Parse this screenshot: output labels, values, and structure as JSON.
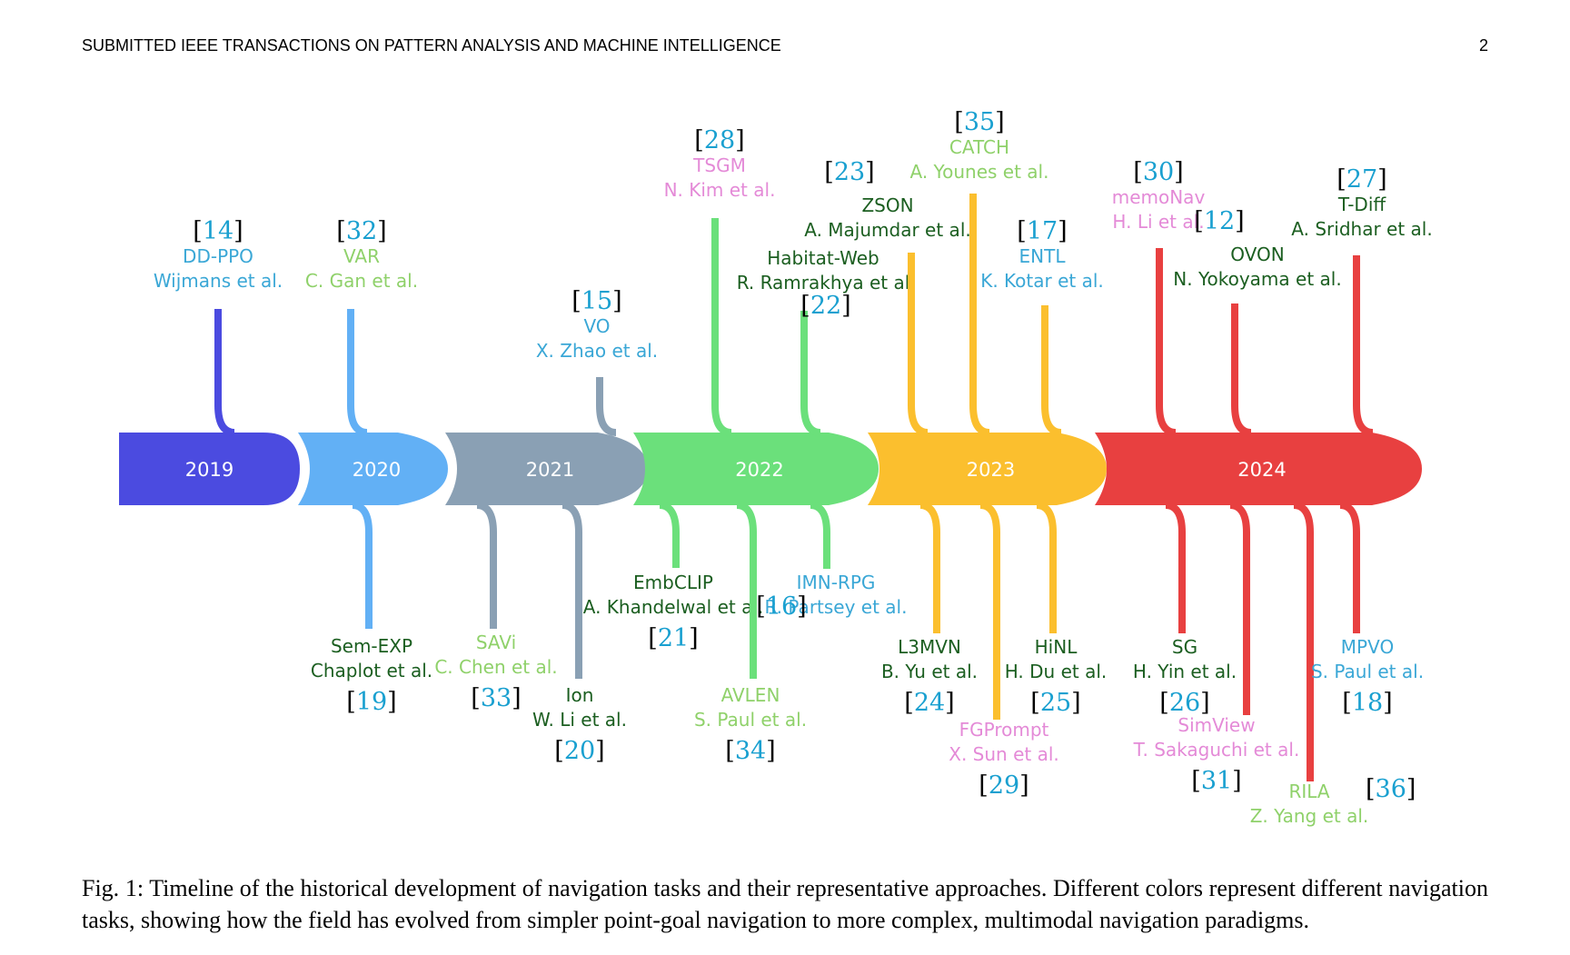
{
  "header": {
    "title": "SUBMITTED IEEE TRANSACTIONS ON PATTERN ANALYSIS AND MACHINE INTELLIGENCE",
    "page_number": "2"
  },
  "colors": {
    "2019": "#4b4be0",
    "2020": "#62b0f5",
    "2021": "#8aa0b4",
    "2022": "#6be07b",
    "2023": "#fbbf2e",
    "2024": "#e84040",
    "ref": "#1aa0d0",
    "dark_green": "#1b5e20",
    "light_green": "#8fd16a",
    "blue": "#3aa7d6",
    "pink": "#e48ad7"
  },
  "years": [
    {
      "label": "2019",
      "color": "#4b4be0"
    },
    {
      "label": "2020",
      "color": "#62b0f5"
    },
    {
      "label": "2021",
      "color": "#8aa0b4"
    },
    {
      "label": "2022",
      "color": "#6be07b"
    },
    {
      "label": "2023",
      "color": "#fbbf2e"
    },
    {
      "label": "2024",
      "color": "#e84040"
    }
  ],
  "entries": [
    {
      "ref": "14",
      "method": "DD-PPO",
      "authors": "Wijmans et al.",
      "text_color": "blue"
    },
    {
      "ref": "32",
      "method": "VAR",
      "authors": "C. Gan et al.",
      "text_color": "light_green"
    },
    {
      "ref": "15",
      "method": "VO",
      "authors": "X. Zhao et al.",
      "text_color": "blue"
    },
    {
      "ref": "28",
      "method": "TSGM",
      "authors": "N. Kim et al.",
      "text_color": "pink"
    },
    {
      "ref": "22",
      "method": "Habitat-Web",
      "authors": "R. Ramrakhya et al",
      "text_color": "dark_green"
    },
    {
      "ref": "23",
      "method": "ZSON",
      "authors": "A. Majumdar et al.",
      "text_color": "dark_green"
    },
    {
      "ref": "35",
      "method": "CATCH",
      "authors": "A. Younes et al.",
      "text_color": "light_green"
    },
    {
      "ref": "17",
      "method": "ENTL",
      "authors": "K. Kotar et al.",
      "text_color": "blue"
    },
    {
      "ref": "30",
      "method": "memoNav",
      "authors": "H. Li et al.",
      "text_color": "pink"
    },
    {
      "ref": "12",
      "method": "OVON",
      "authors": "N. Yokoyama et al.",
      "text_color": "dark_green"
    },
    {
      "ref": "27",
      "method": "T-Diff",
      "authors": "A. Sridhar et al.",
      "text_color": "dark_green"
    },
    {
      "ref": "19",
      "method": "Sem-EXP",
      "authors": "Chaplot et al.",
      "text_color": "dark_green"
    },
    {
      "ref": "33",
      "method": "SAVi",
      "authors": "C. Chen et al.",
      "text_color": "light_green"
    },
    {
      "ref": "20",
      "method": "Ion",
      "authors": "W. Li et al.",
      "text_color": "dark_green"
    },
    {
      "ref": "21",
      "method": "EmbCLIP",
      "authors": "A. Khandelwal et al.",
      "text_color": "dark_green"
    },
    {
      "ref": "34",
      "method": "AVLEN",
      "authors": "S. Paul et al.",
      "text_color": "light_green"
    },
    {
      "ref": "16",
      "method": "IMN-RPG",
      "authors": "R. Partsey et al.",
      "text_color": "blue"
    },
    {
      "ref": "24",
      "method": "L3MVN",
      "authors": "B. Yu et al.",
      "text_color": "dark_green"
    },
    {
      "ref": "29",
      "method": "FGPrompt",
      "authors": "X. Sun et al.",
      "text_color": "pink"
    },
    {
      "ref": "25",
      "method": "HiNL",
      "authors": "H. Du et al.",
      "text_color": "dark_green"
    },
    {
      "ref": "26",
      "method": "SG",
      "authors": "H. Yin et al.",
      "text_color": "dark_green"
    },
    {
      "ref": "31",
      "method": "SimView",
      "authors": "T. Sakaguchi et al.",
      "text_color": "pink"
    },
    {
      "ref": "36",
      "method": "RILA",
      "authors": "Z. Yang et al.",
      "text_color": "light_green"
    },
    {
      "ref": "18",
      "method": "MPVO",
      "authors": "S. Paul et al.",
      "text_color": "blue"
    }
  ],
  "caption": "Fig. 1: Timeline of the historical development of navigation tasks and their representative approaches. Different colors represent different navigation tasks, showing how the field has evolved from simpler point-goal navigation to more complex, multimodal navigation paradigms."
}
